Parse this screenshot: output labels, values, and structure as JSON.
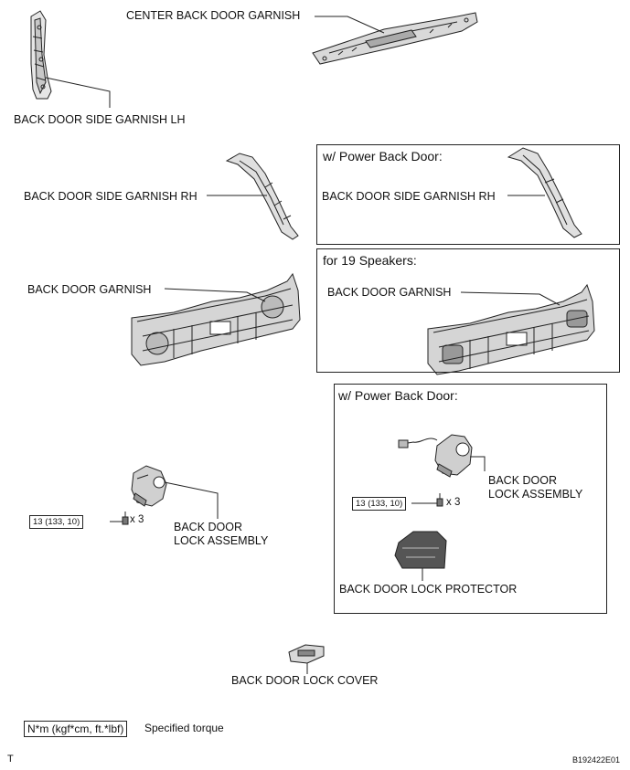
{
  "labels": {
    "center_back_door_garnish": "CENTER BACK DOOR GARNISH",
    "back_door_side_garnish_lh": "BACK DOOR SIDE GARNISH LH",
    "back_door_side_garnish_rh": "BACK DOOR SIDE GARNISH RH",
    "back_door_garnish": "BACK DOOR GARNISH",
    "back_door_lock_assembly_line1": "BACK DOOR",
    "back_door_lock_assembly_line2": "LOCK ASSEMBLY",
    "back_door_lock_protector": "BACK DOOR LOCK PROTECTOR",
    "back_door_lock_cover": "BACK DOOR LOCK COVER"
  },
  "boxes": {
    "power_back_door_1": {
      "title": "w/ Power Back Door:",
      "part": "BACK DOOR SIDE GARNISH RH"
    },
    "speakers_19": {
      "title": "for 19 Speakers:",
      "part": "BACK DOOR GARNISH"
    },
    "power_back_door_2": {
      "title": "w/ Power Back Door:",
      "part_line1": "BACK DOOR",
      "part_line2": "LOCK ASSEMBLY",
      "torque": "13 (133, 10)",
      "quantity": "x 3",
      "protector": "BACK DOOR LOCK PROTECTOR"
    }
  },
  "main_lock": {
    "torque": "13 (133, 10)",
    "quantity": "x 3"
  },
  "legend": {
    "unit": "N*m (kgf*cm, ft.*lbf)",
    "text": "Specified torque"
  },
  "footer": {
    "left": "T",
    "right": "B192422E01"
  }
}
